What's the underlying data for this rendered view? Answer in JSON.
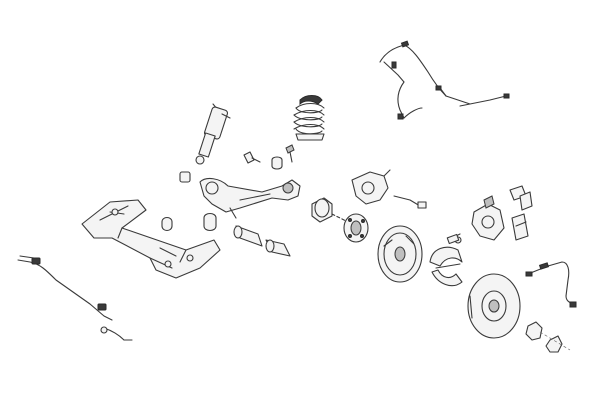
{
  "diagram": {
    "parts": [
      {
        "name": "parking-brake-cable",
        "icon": "brake-cable-icon"
      },
      {
        "name": "shock-absorber",
        "icon": "shock-absorber-icon"
      },
      {
        "name": "coil-spring",
        "icon": "coil-spring-icon"
      },
      {
        "name": "rear-axle-subframe",
        "icon": "subframe-icon"
      },
      {
        "name": "trailing-arm",
        "icon": "trailing-arm-icon"
      },
      {
        "name": "wheel-hub",
        "icon": "wheel-hub-icon"
      },
      {
        "name": "brake-backing-plate",
        "icon": "backing-plate-icon"
      },
      {
        "name": "brake-shoes",
        "icon": "brake-shoe-icon"
      },
      {
        "name": "brake-disc",
        "icon": "brake-disc-icon"
      },
      {
        "name": "brake-caliper",
        "icon": "brake-caliper-icon"
      },
      {
        "name": "brake-pads",
        "icon": "brake-pad-icon"
      },
      {
        "name": "stabilizer-bar",
        "icon": "stabilizer-bar-icon"
      },
      {
        "name": "brake-hose",
        "icon": "brake-hose-icon"
      }
    ],
    "colors": {
      "line": "#3a3a3a",
      "fill": "#f4f4f4",
      "dark": "#3a3a3a",
      "background": "#ffffff"
    }
  }
}
